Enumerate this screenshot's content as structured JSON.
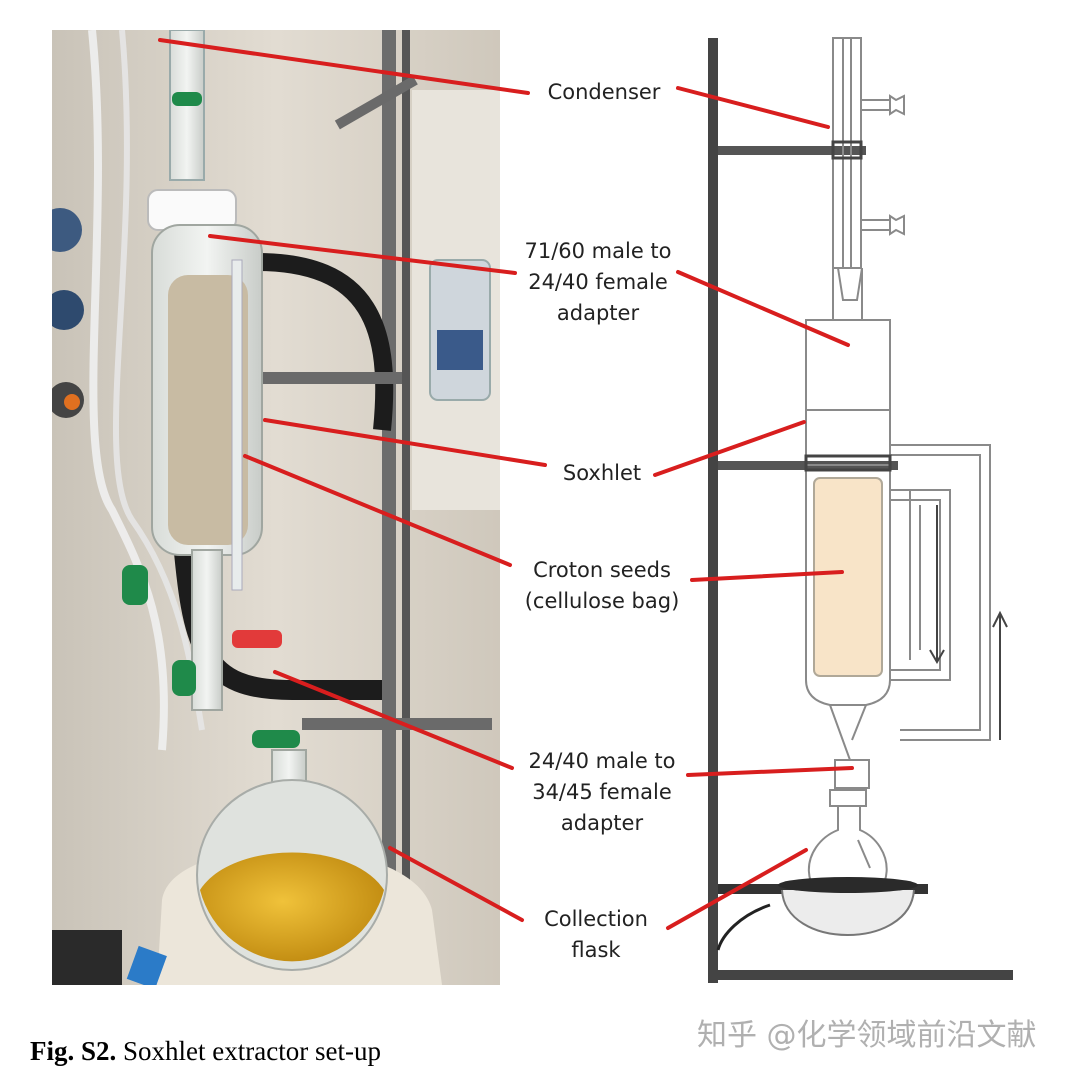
{
  "figure": {
    "labels": {
      "condenser": [
        "Condenser"
      ],
      "adapter_top": [
        "71/60 male to",
        "24/40 female",
        "adapter"
      ],
      "soxhlet": [
        "Soxhlet"
      ],
      "seeds": [
        "Croton seeds",
        "(cellulose bag)"
      ],
      "adapter_bottom": [
        "24/40 male to",
        "34/45 female",
        "adapter"
      ],
      "flask": [
        "Collection",
        "flask"
      ]
    },
    "caption_bold": "Fig. S2.",
    "caption_text": " Soxhlet extractor set-up",
    "watermark": "知乎 @化学领域前沿文献"
  },
  "colors": {
    "leader_line": "#d81e1e",
    "photo_wall": "#d9d2c6",
    "solvent": "#d8a318",
    "seed_bag": "#f8e4c8",
    "stand": "#444444",
    "glass_outline": "#8a8a8a"
  }
}
